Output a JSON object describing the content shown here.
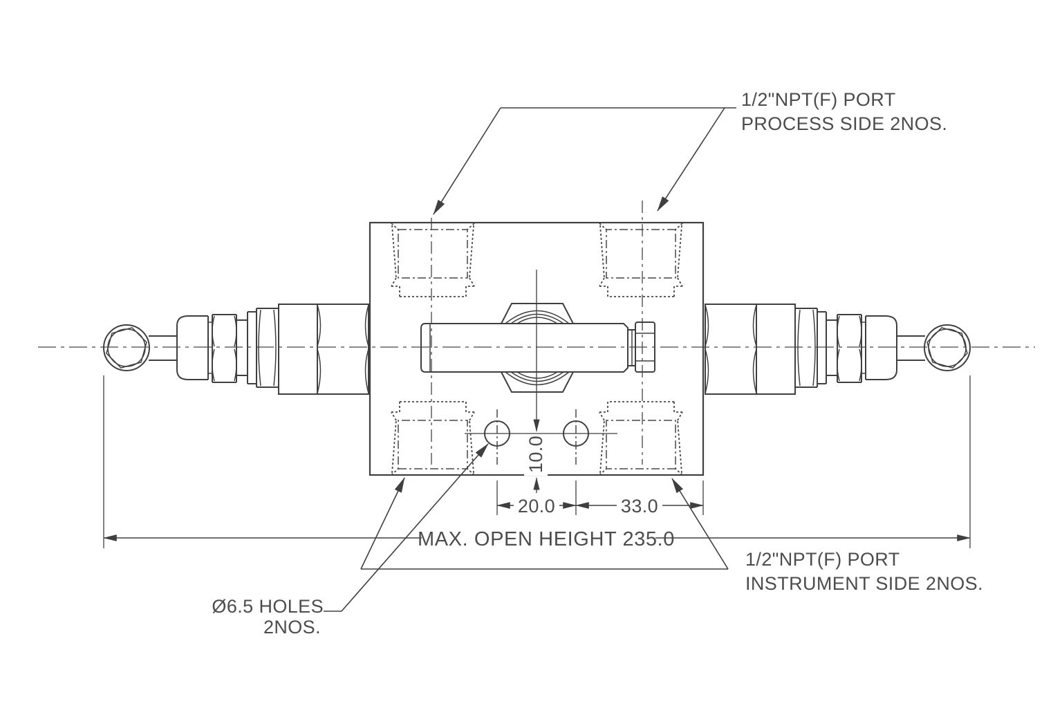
{
  "title": "Two-valve manifold technical drawing",
  "labels": {
    "process_line1": "1/2\"NPT(F) PORT",
    "process_line2": "PROCESS SIDE 2NOS.",
    "instrument_line1": "1/2\"NPT(F) PORT",
    "instrument_line2": "INSTRUMENT SIDE 2NOS.",
    "holes_line1": "Ø6.5 HOLES",
    "holes_line2": "2NOS.",
    "max_open_height": "MAX. OPEN HEIGHT 235.0"
  },
  "dimensions": {
    "hole_spacing": "20.0",
    "hole_to_edge": "33.0",
    "hole_vertical_offset": "10.0",
    "max_open_height_value": "235.0",
    "hole_diameter": "6.5",
    "port_size": "1/2\"NPT(F)"
  },
  "colors": {
    "line": "#3f3f3f",
    "text": "#4c4c4c",
    "background": "#ffffff"
  }
}
